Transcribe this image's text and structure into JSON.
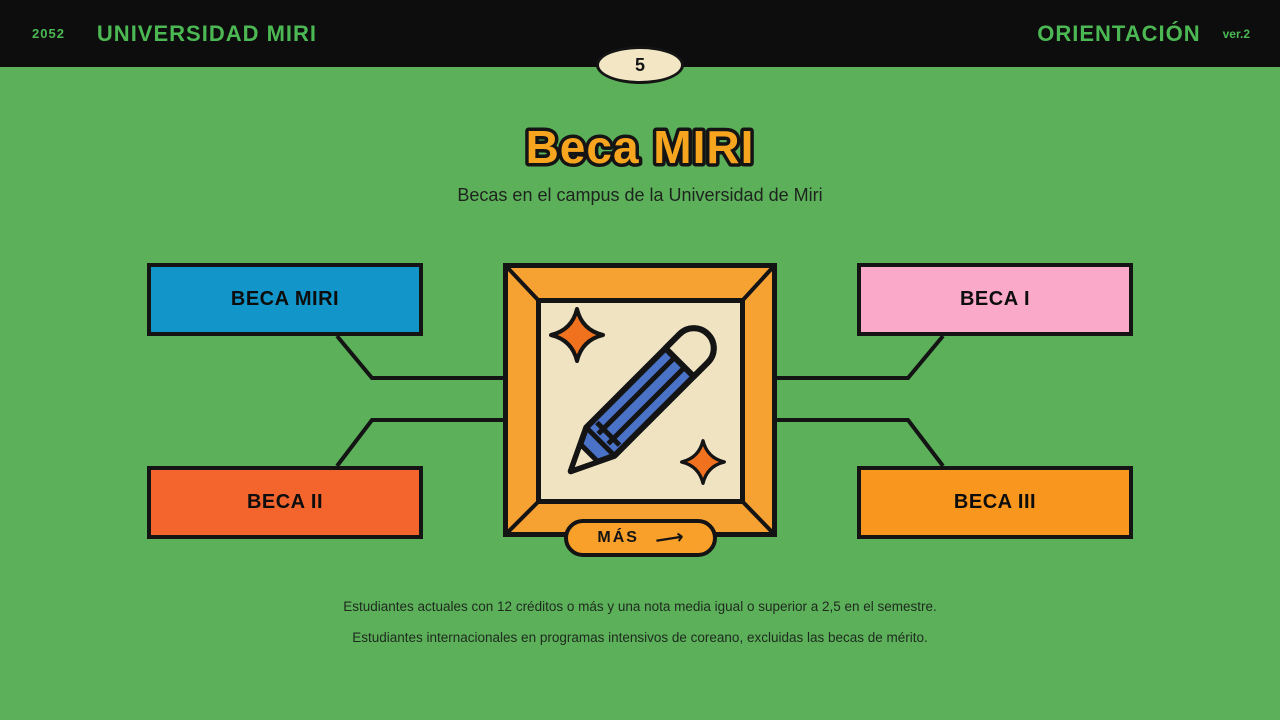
{
  "header": {
    "year": "2052",
    "brand": "UNIVERSIDAD MIRI",
    "right_title": "ORIENTACIÓN",
    "version": "ver.2"
  },
  "page_number": "5",
  "main": {
    "title": "Beca MIRI",
    "subtitle": "Becas en el campus de la Universidad de Miri"
  },
  "diagram": {
    "boxes": [
      {
        "label": "BECA MIRI",
        "color": "#1295C9"
      },
      {
        "label": "BECA I",
        "color": "#FAA9C8"
      },
      {
        "label": "BECA II",
        "color": "#F4652E"
      },
      {
        "label": "BECA III",
        "color": "#F8961D"
      }
    ],
    "center_icons": [
      "pencil-icon",
      "sparkle-icon",
      "sparkle-icon"
    ],
    "more_button": {
      "label": "MÁS",
      "icon": "arrow-right-icon"
    }
  },
  "footer": {
    "notes": [
      "Estudiantes actuales con 12 créditos o más y una nota media igual o superior a 2,5 en el semestre.",
      "Estudiantes internacionales en programas intensivos de coreano, excluidas las becas de mérito."
    ]
  },
  "colors": {
    "background": "#5CB05A",
    "topbar": "#0D0D0D",
    "accent_green": "#4CB853",
    "title_orange": "#F7A51F",
    "frame_orange": "#F5A233",
    "cream": "#EFE3C2",
    "pencil_blue": "#4A73C8",
    "sparkle_orange": "#F0721F",
    "button_orange": "#F9A02B",
    "outline_black": "#141414"
  }
}
